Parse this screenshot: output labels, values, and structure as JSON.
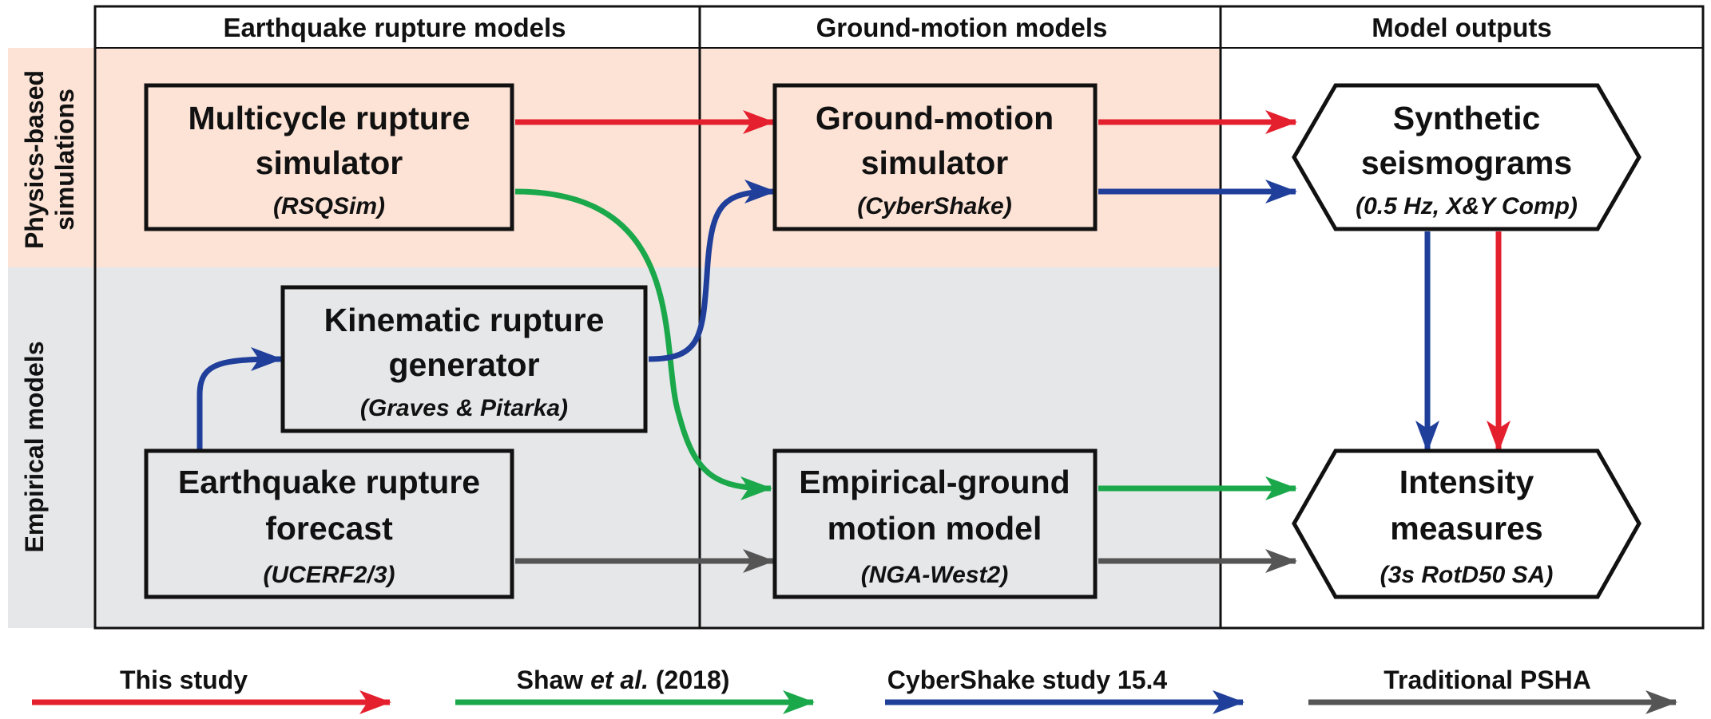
{
  "colors": {
    "this_study": "#e5202e",
    "shaw": "#1aa84b",
    "cybershake": "#1f3f9a",
    "traditional": "#555555",
    "physics_band": "#fde3d6",
    "empirical_band": "#e6e7e9"
  },
  "columns": {
    "rupture": "Earthquake rupture models",
    "ground_motion": "Ground-motion models",
    "outputs": "Model outputs"
  },
  "rows": {
    "physics_line1": "Physics-based",
    "physics_line2": "simulations",
    "empirical": "Empirical models"
  },
  "boxes": {
    "multicycle": {
      "line1": "Multicycle rupture",
      "line2": "simulator",
      "sub": "(RSQSim)"
    },
    "gm_sim": {
      "line1": "Ground-motion",
      "line2": "simulator",
      "sub": "(CyberShake)"
    },
    "synthetic": {
      "line1": "Synthetic",
      "line2": "seismograms",
      "sub": "(0.5 Hz, X&Y Comp)"
    },
    "kinematic": {
      "line1": "Kinematic rupture",
      "line2": "generator",
      "sub": "(Graves & Pitarka)"
    },
    "erf": {
      "line1": "Earthquake rupture",
      "line2": "forecast",
      "sub": "(UCERF2/3)"
    },
    "egmm": {
      "line1": "Empirical-ground",
      "line2": "motion model",
      "sub": "(NGA-West2)"
    },
    "intensity": {
      "line1": "Intensity",
      "line2": "measures",
      "sub": "(3s RotD50 SA)"
    }
  },
  "legend": {
    "this_study": "This study",
    "shaw_pre": "Shaw ",
    "shaw_etal": "et al.",
    "shaw_post": " (2018)",
    "cybershake": "CyberShake study 15.4",
    "traditional": "Traditional PSHA"
  }
}
